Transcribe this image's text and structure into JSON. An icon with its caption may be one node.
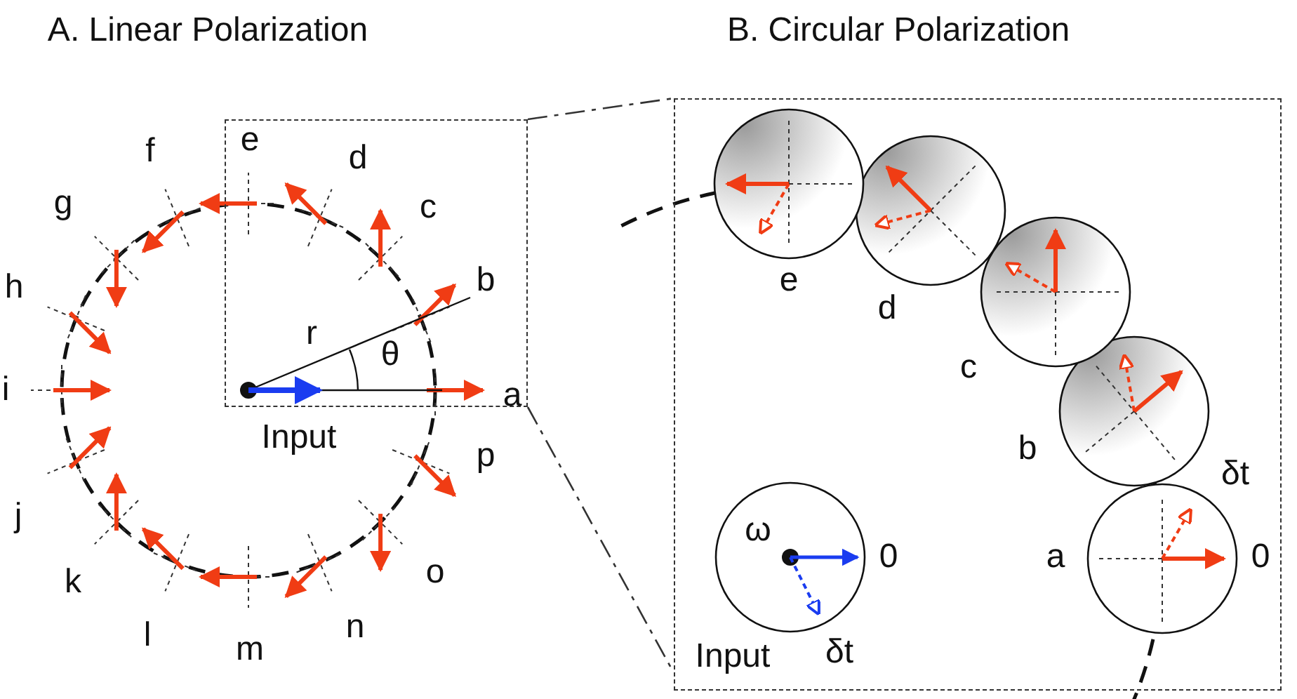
{
  "diagram": {
    "nodes": [
      {
        "text": [],
        "shape": "box"
      },
      {
        "text": [],
        "shape": "box"
      }
    ],
    "edges": [
      {
        "from": 0,
        "to": 1,
        "arrow": "none",
        "style": "dashed"
      },
      {
        "from": 0,
        "to": 1,
        "arrow": "none",
        "style": "dashed"
      }
    ],
    "labels": [
      "A. Linear Polarization",
      "B. Circular Polarization",
      "e",
      "d",
      "c",
      "b",
      "a",
      "p",
      "o",
      "n",
      "m",
      "l",
      "k",
      "j",
      "i",
      "h",
      "g",
      "f",
      "r",
      "θ",
      "Input",
      "e",
      "d",
      "c",
      "b",
      "δt",
      "ω",
      "0",
      "a",
      "0",
      "Input",
      "δt"
    ]
  }
}
